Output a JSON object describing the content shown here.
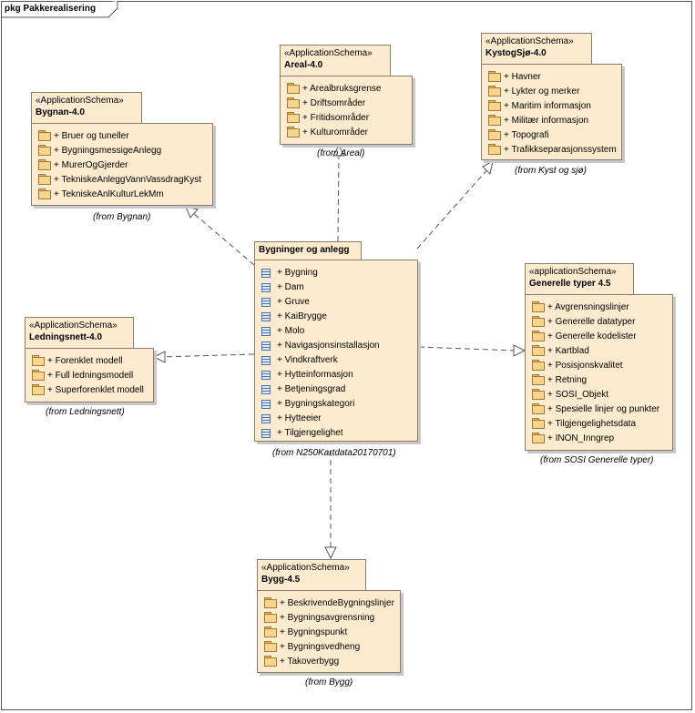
{
  "frame": {
    "title": "pkg Pakkerealisering"
  },
  "packages": {
    "areal": {
      "stereotype": "«ApplicationSchema»",
      "name": "Areal-4.0",
      "items": [
        "+ Arealbruksgrense",
        "+ Driftsområder",
        "+ Fritidsområder",
        "+ Kulturområder"
      ],
      "from": "(from Areal)"
    },
    "kyst": {
      "stereotype": "«ApplicationSchema»",
      "name": "KystogSjø-4.0",
      "items": [
        "+ Havner",
        "+ Lykter og merker",
        "+ Maritim informasjon",
        "+ Militær informasjon",
        "+ Topografi",
        "+ Trafikkseparasjonssystem"
      ],
      "from": "(from Kyst og sjø)"
    },
    "bygnan": {
      "stereotype": "«ApplicationSchema»",
      "name": "Bygnan-4.0",
      "items": [
        "+ Bruer og tuneller",
        "+ BygningsmessigeAnlegg",
        "+ MurerOgGjerder",
        "+ TekniskeAnleggVannVassdragKyst",
        "+ TekniskeAnlKulturLekMm"
      ],
      "from": "(from Bygnan)"
    },
    "bygninger": {
      "stereotype": "",
      "name": "Bygninger og anlegg",
      "items": [
        "+ Bygning",
        "+ Dam",
        "+ Gruve",
        "+ KaiBrygge",
        "+ Molo",
        "+ Navigasjonsinstallasjon",
        "+ Vindkraftverk",
        "+ Hytteinformasjon",
        "+ Betjeningsgrad",
        "+ Bygningskategori",
        "+ Hytteeier",
        "+ Tilgjengelighet"
      ],
      "from": "(from N250Kartdata20170701)"
    },
    "ledning": {
      "stereotype": "«ApplicationSchema»",
      "name": "Ledningsnett-4.0",
      "items": [
        "+ Forenklet modell",
        "+ Full ledningsmodell",
        "+ Superforenklet modell"
      ],
      "from": "(from Ledningsnett)"
    },
    "generelle": {
      "stereotype": "«applicationSchema»",
      "name": "Generelle typer 4.5",
      "items": [
        "+ Avgrensningslinjer",
        "+ Generelle datatyper",
        "+ Generelle kodelister",
        "+ Kartblad",
        "+ Posisjonskvalitet",
        "+ Retning",
        "+ SOSI_Objekt",
        "+ Spesielle linjer og punkter",
        "+ Tilgjengelighetsdata",
        "+ INON_Inngrep"
      ],
      "from": "(from SOSI Generelle typer)"
    },
    "bygg": {
      "stereotype": "«ApplicationSchema»",
      "name": "Bygg-4.5",
      "items": [
        "+ BeskrivendeBygningslinjer",
        "+ Bygningsavgrensning",
        "+ Bygningspunkt",
        "+ Bygningsvedheng",
        "+ Takoverbygg"
      ],
      "from": "(from Bygg)"
    }
  }
}
